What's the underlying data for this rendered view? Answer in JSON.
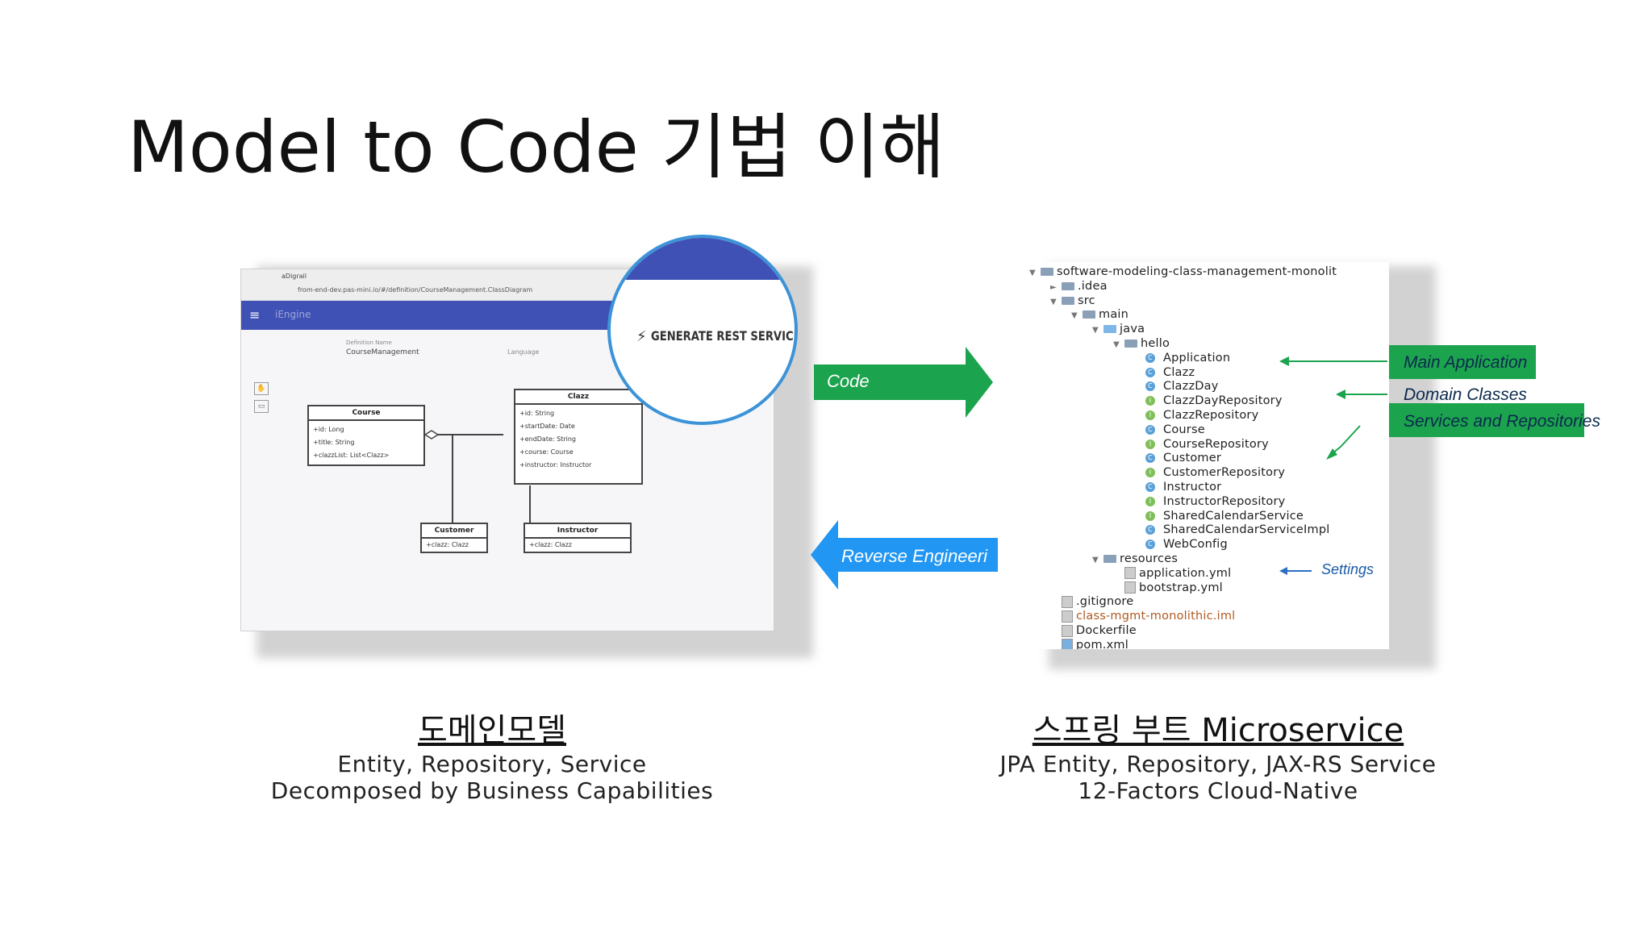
{
  "title": "Model to Code 기법 이해",
  "left_screenshot": {
    "tab_title": "aDigrail",
    "url": "from-end-dev.pas-mini.io/#/definition/CourseManagement.ClassDiagram",
    "app_name": "iEngine",
    "context_label": "Definition Name",
    "context_value": "CourseManagement",
    "language_label": "Language",
    "zoom_button": "GENERATE REST SERVICE",
    "classes": {
      "course": {
        "name": "Course",
        "attrs": [
          "+id: Long",
          "+title: String",
          "+clazzList: List<Clazz>"
        ]
      },
      "clazz": {
        "name": "Clazz",
        "attrs": [
          "+id: String",
          "+startDate: Date",
          "+endDate: String",
          "+course: Course",
          "+instructor: Instructor"
        ]
      },
      "customer": {
        "name": "Customer",
        "attrs": [
          "+clazz: Clazz"
        ]
      },
      "instructor": {
        "name": "Instructor",
        "attrs": [
          "+clazz: Clazz"
        ]
      }
    }
  },
  "arrows": {
    "forward_label": "Code",
    "reverse_label": "Reverse Engineeri"
  },
  "tree": [
    {
      "indent": 0,
      "tri": "▼",
      "icon": "folder",
      "text": "software-modeling-class-management-monolit"
    },
    {
      "indent": 1,
      "tri": "►",
      "icon": "folder",
      "text": ".idea"
    },
    {
      "indent": 1,
      "tri": "▼",
      "icon": "folder",
      "text": "src"
    },
    {
      "indent": 2,
      "tri": "▼",
      "icon": "folder",
      "text": "main"
    },
    {
      "indent": 3,
      "tri": "▼",
      "icon": "folder-blue",
      "text": "java"
    },
    {
      "indent": 4,
      "tri": "▼",
      "icon": "folder",
      "text": "hello"
    },
    {
      "indent": 5,
      "tri": "",
      "icon": "class",
      "text": "Application"
    },
    {
      "indent": 5,
      "tri": "",
      "icon": "class",
      "text": "Clazz"
    },
    {
      "indent": 5,
      "tri": "",
      "icon": "class",
      "text": "ClazzDay"
    },
    {
      "indent": 5,
      "tri": "",
      "icon": "interface",
      "text": "ClazzDayRepository"
    },
    {
      "indent": 5,
      "tri": "",
      "icon": "interface",
      "text": "ClazzRepository"
    },
    {
      "indent": 5,
      "tri": "",
      "icon": "class",
      "text": "Course"
    },
    {
      "indent": 5,
      "tri": "",
      "icon": "interface",
      "text": "CourseRepository"
    },
    {
      "indent": 5,
      "tri": "",
      "icon": "class",
      "text": "Customer"
    },
    {
      "indent": 5,
      "tri": "",
      "icon": "interface",
      "text": "CustomerRepository"
    },
    {
      "indent": 5,
      "tri": "",
      "icon": "class",
      "text": "Instructor"
    },
    {
      "indent": 5,
      "tri": "",
      "icon": "interface",
      "text": "InstructorRepository"
    },
    {
      "indent": 5,
      "tri": "",
      "icon": "interface",
      "text": "SharedCalendarService"
    },
    {
      "indent": 5,
      "tri": "",
      "icon": "class",
      "text": "SharedCalendarServiceImpl"
    },
    {
      "indent": 5,
      "tri": "",
      "icon": "class",
      "text": "WebConfig"
    },
    {
      "indent": 3,
      "tri": "▼",
      "icon": "folder",
      "text": "resources"
    },
    {
      "indent": 4,
      "tri": "",
      "icon": "file",
      "text": "application.yml"
    },
    {
      "indent": 4,
      "tri": "",
      "icon": "file",
      "text": "bootstrap.yml"
    },
    {
      "indent": 1,
      "tri": "",
      "icon": "file",
      "text": ".gitignore"
    },
    {
      "indent": 1,
      "tri": "",
      "icon": "iml",
      "text": "class-mgmt-monolithic.iml"
    },
    {
      "indent": 1,
      "tri": "",
      "icon": "file",
      "text": "Dockerfile"
    },
    {
      "indent": 1,
      "tri": "",
      "icon": "maven",
      "text": "pom.xml"
    }
  ],
  "annotations": {
    "main_application": "Main Application",
    "domain_classes": "Domain Classes",
    "services_repositories": "Services and Repositories",
    "settings": "Settings"
  },
  "captions": {
    "left_title": "도메인모델",
    "left_line1": "Entity, Repository, Service",
    "left_line2": "Decomposed by Business Capabilities",
    "right_title": "스프링 부트 Microservice",
    "right_line1": "JPA Entity, Repository, JAX-RS Service",
    "right_line2": "12-Factors Cloud-Native"
  },
  "colors": {
    "green": "#1ca34e",
    "blue_arrow": "#2196f3",
    "indigo": "#3f51b5",
    "circle_border": "#3c93d8"
  }
}
